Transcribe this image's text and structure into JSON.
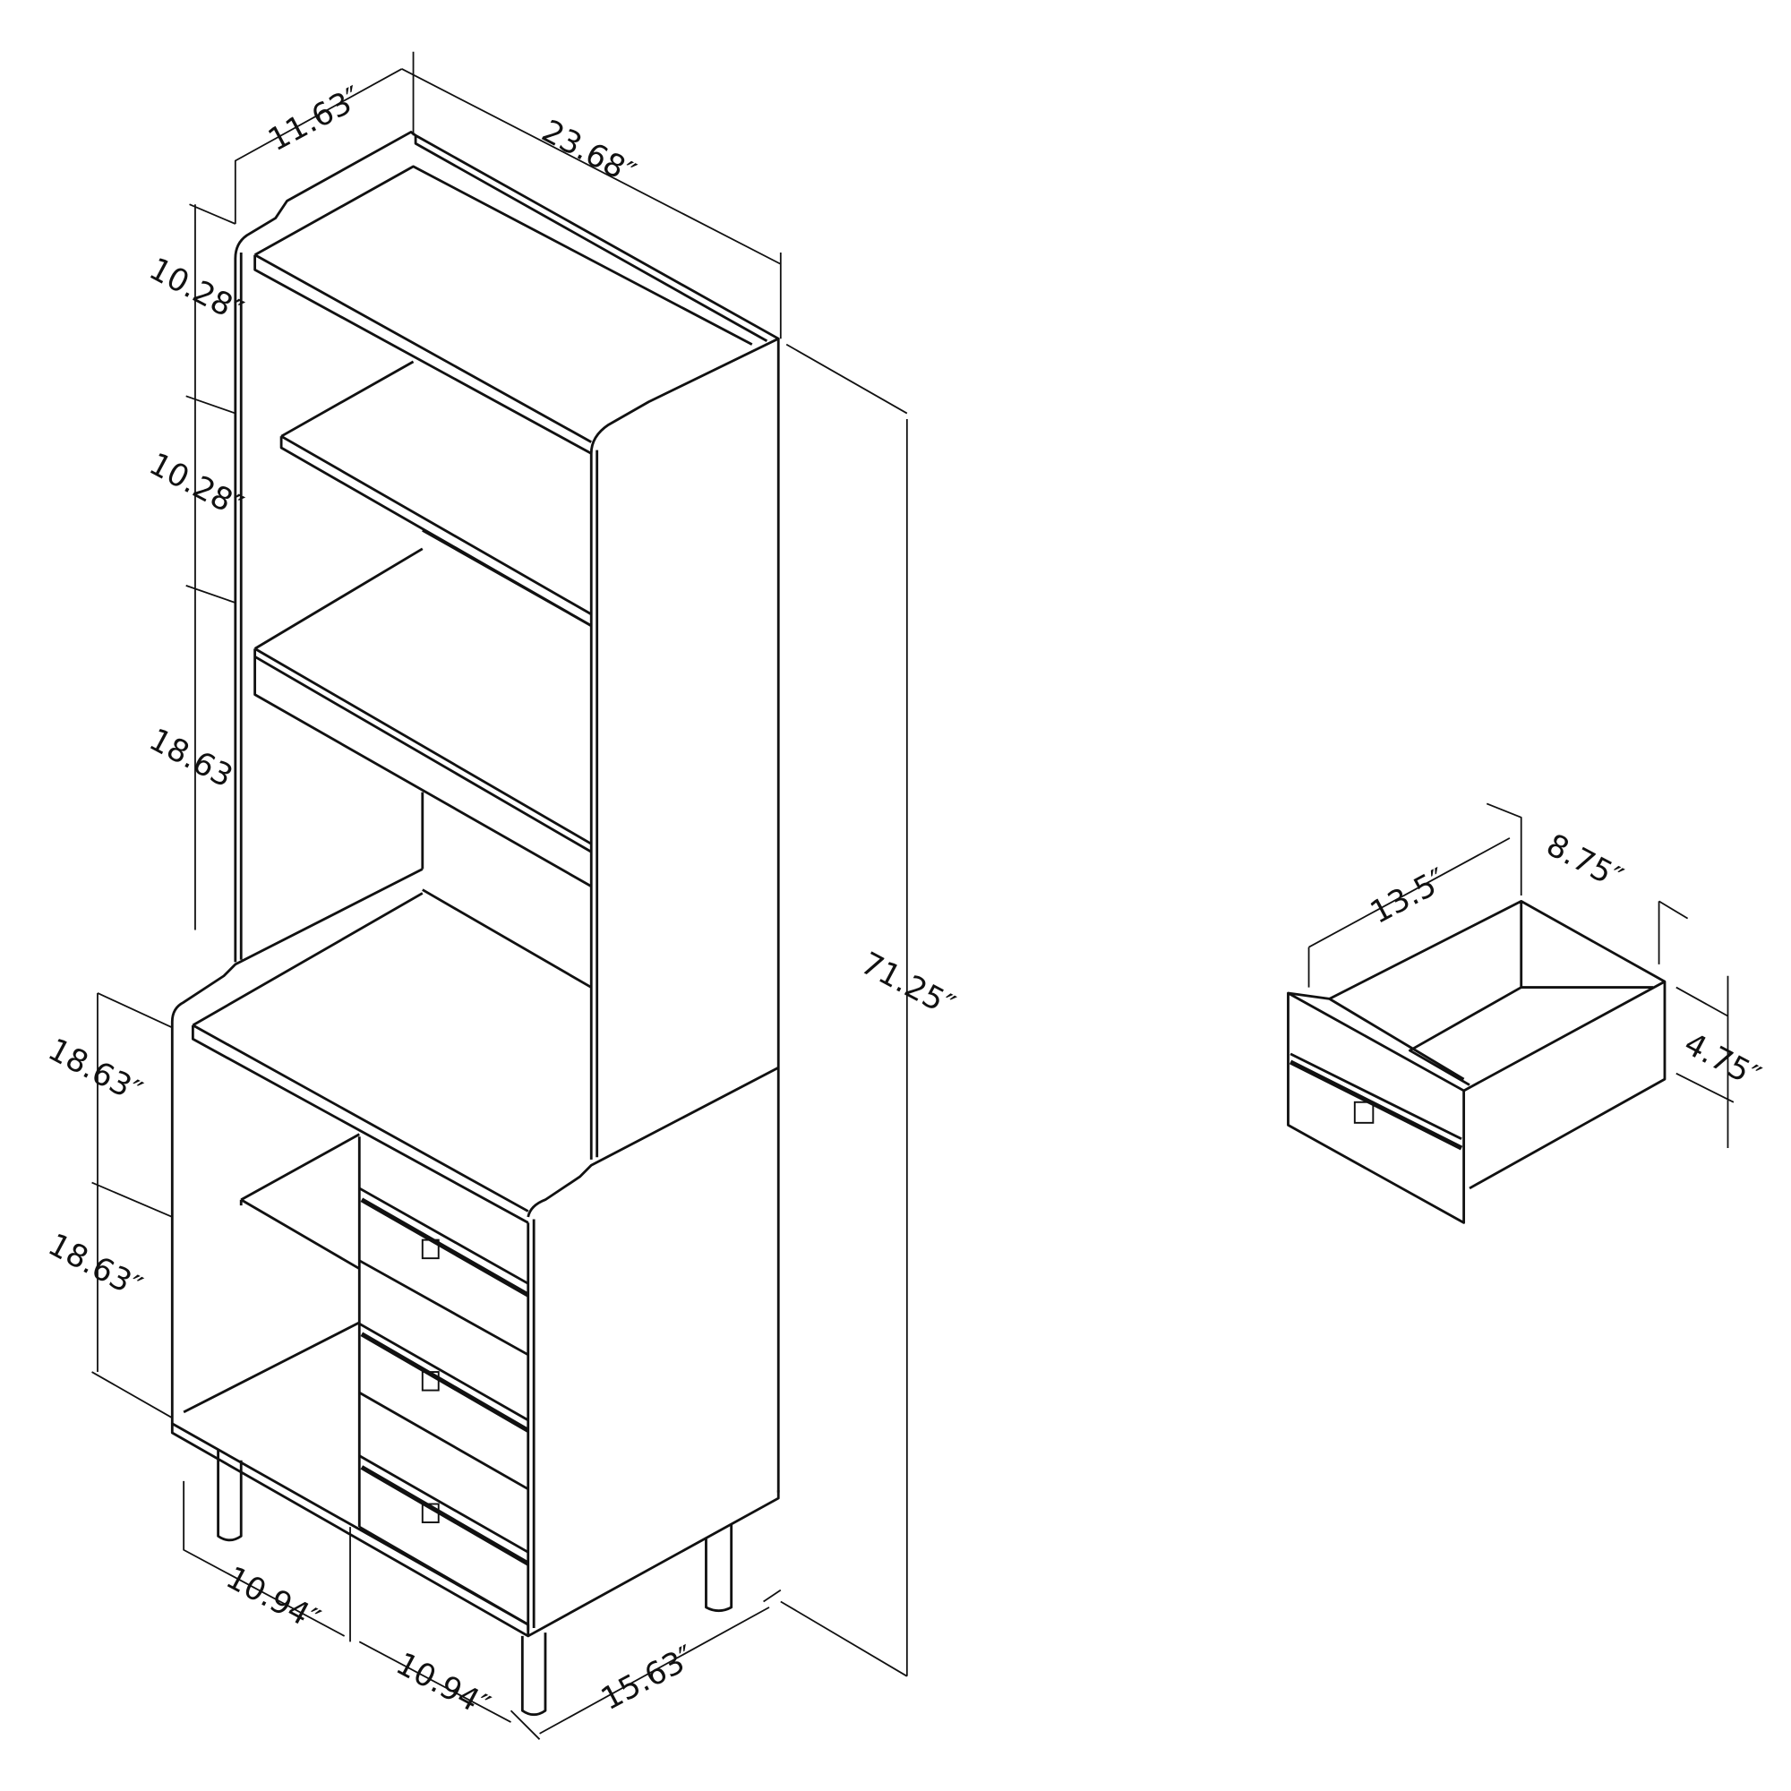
{
  "cabinet": {
    "dimensions": {
      "hutch_depth": "11.63″",
      "width": "23.68″",
      "shelf_1_height": "10.28″",
      "shelf_2_height": "10.28″",
      "shelf_3_height": "18.63",
      "base_upper_height": "18.63″",
      "base_lower_height": "18.63″",
      "total_height": "71.25″",
      "open_width": "10.94″",
      "drawer_width": "10.94″",
      "base_depth": "15.63″"
    }
  },
  "drawer": {
    "dimensions": {
      "depth": "13.5″",
      "width": "8.75″",
      "height": "4.75″"
    }
  }
}
